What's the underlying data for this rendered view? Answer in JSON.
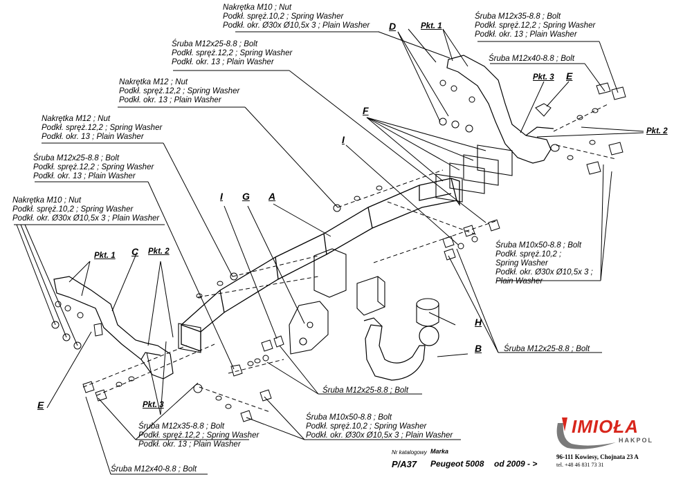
{
  "labels": {
    "top_nut_m10": [
      "Nakrętka  M10 ; Nut",
      "Podkł. spręż.10,2 ; Spring Washer",
      "Podkł. okr.  Ø30x Ø10,5x 3 ; Plain Washer"
    ],
    "top_bolt_m12x25": [
      "Śruba M12x25-8.8 ;  Bolt",
      "Podkł. spręż.12,2 ; Spring Washer",
      "Podkł. okr. 13 ; Plain Washer"
    ],
    "nut_m12_a": [
      "Nakrętka  M12 ; Nut",
      "Podkł. spręż.12,2 ; Spring Washer",
      "Podkł. okr. 13 ; Plain Washer"
    ],
    "nut_m12_b": [
      "Nakrętka  M12 ; Nut",
      "Podkł. spręż.12,2 ; Spring Washer",
      "Podkł. okr. 13 ; Plain Washer"
    ],
    "left_bolt_m12x25": [
      "Śruba M12x25-8.8 ;  Bolt",
      "Podkł. spręż.12,2 ; Spring Washer",
      "Podkł. okr. 13 ; Plain Washer"
    ],
    "left_nut_m10": [
      "Nakrętka  M10 ; Nut",
      "Podkł. spręż.10,2 ; Spring Washer",
      "Podkł. okr.  Ø30x Ø10,5x 3 ; Plain Washer"
    ],
    "right_bolt_m12x35": [
      "Śruba M12x35-8.8 ;  Bolt",
      "Podkł. spręż.12,2 ; Spring Washer",
      "Podkł. okr. 13 ; Plain Washer"
    ],
    "right_bolt_m12x40": "Śruba M12x40-8.8 ;  Bolt",
    "right_bolt_m10x50": [
      "Śruba M10x50-8.8 ;  Bolt",
      "Podkł. spręż.10,2 ;",
      "Spring Washer",
      "Podkł. okr.  Ø30x Ø10,5x 3 ;",
      "Plain Washer"
    ],
    "right_bolt_m12x25": "Śruba M12x25-8.8 ;  Bolt",
    "mid_bolt_m12x25": "Śruba M12x25-8.8 ;  Bolt",
    "bottom_bolt_m10x50": [
      "Śruba M10x50-8.8 ;  Bolt",
      "Podkł. spręż.10,2 ; Spring Washer",
      "Podkł. okr.  Ø30x Ø10,5x 3 ; Plain Washer"
    ],
    "bottom_bolt_m12x35": [
      "Śruba M12x35-8.8 ;  Bolt",
      "Podkł. spręż.12,2 ; Spring Washer",
      "Podkł. okr. 13 ; Plain Washer"
    ],
    "bottom_bolt_m12x40": "Śruba M12x40-8.8 ;  Bolt"
  },
  "letters": {
    "A": "A",
    "B": "B",
    "C": "C",
    "D": "D",
    "E1": "E",
    "E2": "E",
    "F": "F",
    "G": "G",
    "H": "H",
    "I1": "I",
    "I2": "I"
  },
  "pkt": {
    "p1_top": "Pkt. 1",
    "p3_top": "Pkt. 3",
    "p2_right": "Pkt. 2",
    "p1_left": "Pkt. 1",
    "p2_left": "Pkt. 2",
    "p3_bottom": "Pkt. 3"
  },
  "footer": {
    "catalog_label": "Nr katalogowy",
    "brand_label": "Marka",
    "catalog_no": "P/A37",
    "model": "Peugeot 5008",
    "year": "od 2009 - >",
    "logo_name": "IMIOŁA",
    "logo_sub": "HAKPOL",
    "address": "96-111 Kowiesy, Chojnata 23 A",
    "phone": "tel. +48 46 831 73 31"
  },
  "colors": {
    "ink": "#000000",
    "logo_red": "#d8261c",
    "logo_grey": "#7a7a7a"
  }
}
